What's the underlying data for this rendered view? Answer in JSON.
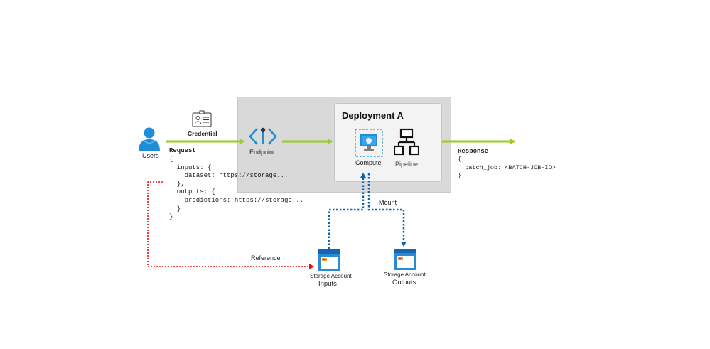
{
  "users": {
    "label": "Users"
  },
  "credential": {
    "label": "Credential"
  },
  "request": {
    "title": "Request",
    "body": "{\n  inputs: {\n    dataset: https://storage...\n  },\n  outputs: {\n    predictions: https://storage...\n  }\n}"
  },
  "endpoint": {
    "label": "Endpoint"
  },
  "deployment": {
    "title": "Deployment A"
  },
  "compute": {
    "label": "Compute"
  },
  "pipeline": {
    "label": "Pipeline"
  },
  "response": {
    "title": "Response",
    "body": "{\n  batch_job: <BATCH-JOB-ID>\n}"
  },
  "mount": {
    "label": "Mount"
  },
  "reference": {
    "label": "Reference"
  },
  "storage_inputs": {
    "line1": "Storage Account",
    "line2": "Inputs"
  },
  "storage_outputs": {
    "line1": "Storage Account",
    "line2": "Outputs"
  },
  "colors": {
    "flow_arrow": "#9acd1d",
    "mount_line": "#0b64b5",
    "reference_line": "#e01010",
    "user_icon": "#1e8ed8",
    "storage_icon": "#2a8ad4"
  }
}
